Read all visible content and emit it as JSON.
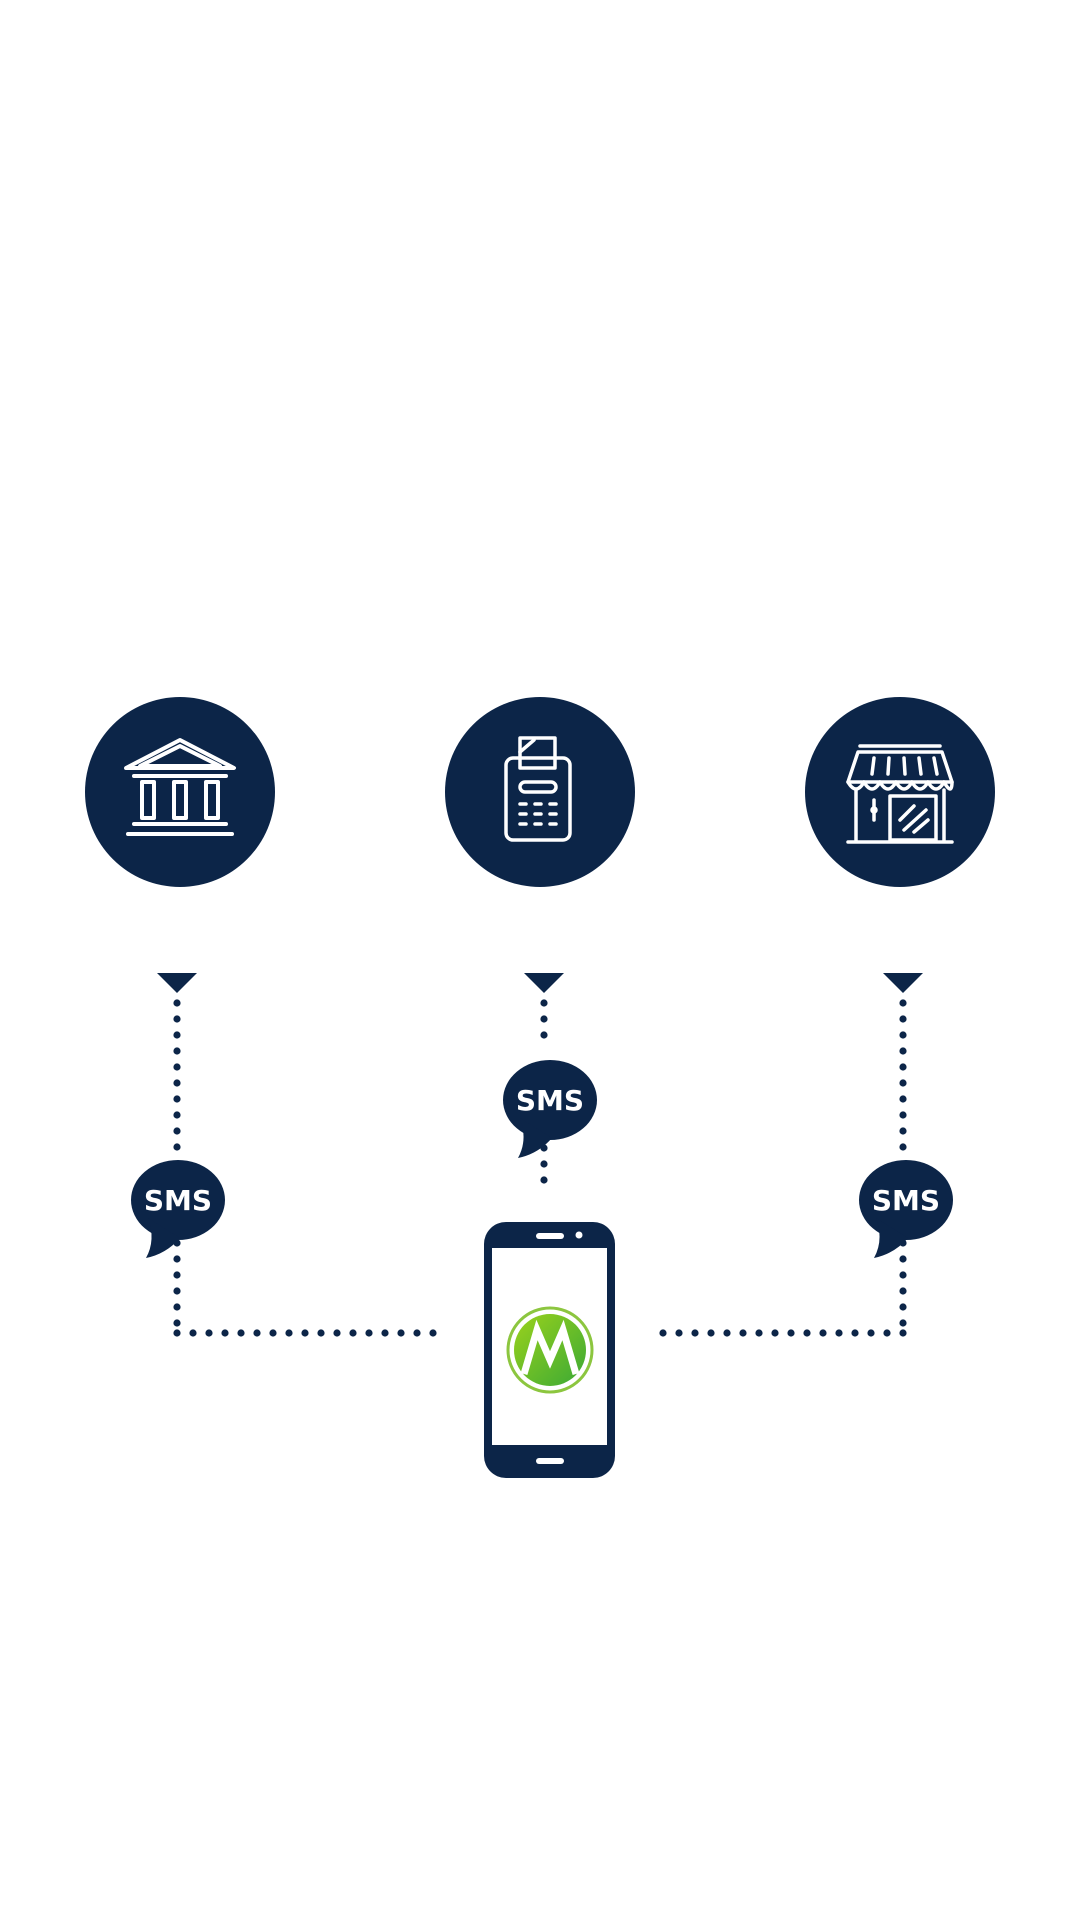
{
  "colors": {
    "navy": "#0c2548",
    "white": "#ffffff",
    "logo_green_light": "#9bd21c",
    "logo_green_dark": "#3aa935"
  },
  "nodes": [
    {
      "id": "bank",
      "icon": "bank-icon"
    },
    {
      "id": "pos",
      "icon": "pos-terminal-icon"
    },
    {
      "id": "shop",
      "icon": "storefront-icon"
    }
  ],
  "messages": {
    "left": "SMS",
    "center": "SMS",
    "right": "SMS"
  },
  "phone": {
    "icon": "smartphone-icon",
    "logo": "app-logo-icon"
  }
}
